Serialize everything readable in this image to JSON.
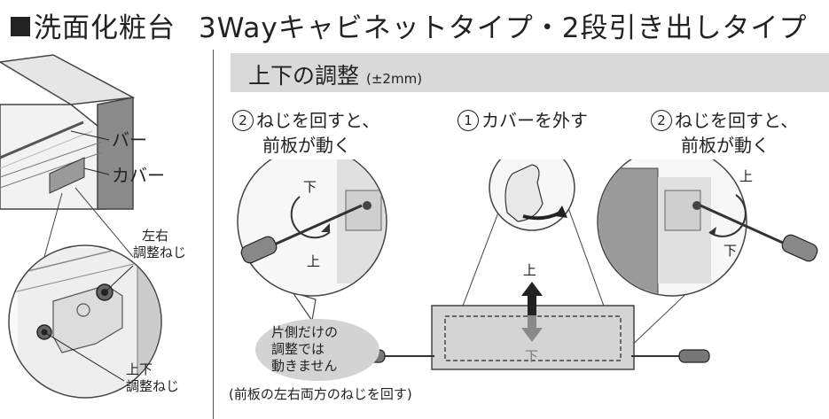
{
  "title": {
    "main": "洗面化粧台",
    "sub": "3Wayキャビネットタイプ・2段引き出しタイプ"
  },
  "left_panel": {
    "bar": "バー",
    "cover": "カバー",
    "lr_adjust": [
      "左右",
      "調整ねじ"
    ],
    "ud_adjust": [
      "上下",
      "調整ねじ"
    ]
  },
  "band": {
    "heading": "上下の調整",
    "tolerance": "(±2mm)"
  },
  "steps": {
    "left": {
      "num": "2",
      "line1": "ねじを回すと、",
      "line2": "前板が動く"
    },
    "center": {
      "num": "1",
      "line1": "カバーを外す"
    },
    "right": {
      "num": "2",
      "line1": "ねじを回すと、",
      "line2": "前板が動く"
    }
  },
  "direction": {
    "up": "上",
    "down": "下"
  },
  "note": [
    "片側だけの",
    "調整では",
    "動きません"
  ],
  "bottom_note": "(前板の左右両方のねじを回す)"
}
